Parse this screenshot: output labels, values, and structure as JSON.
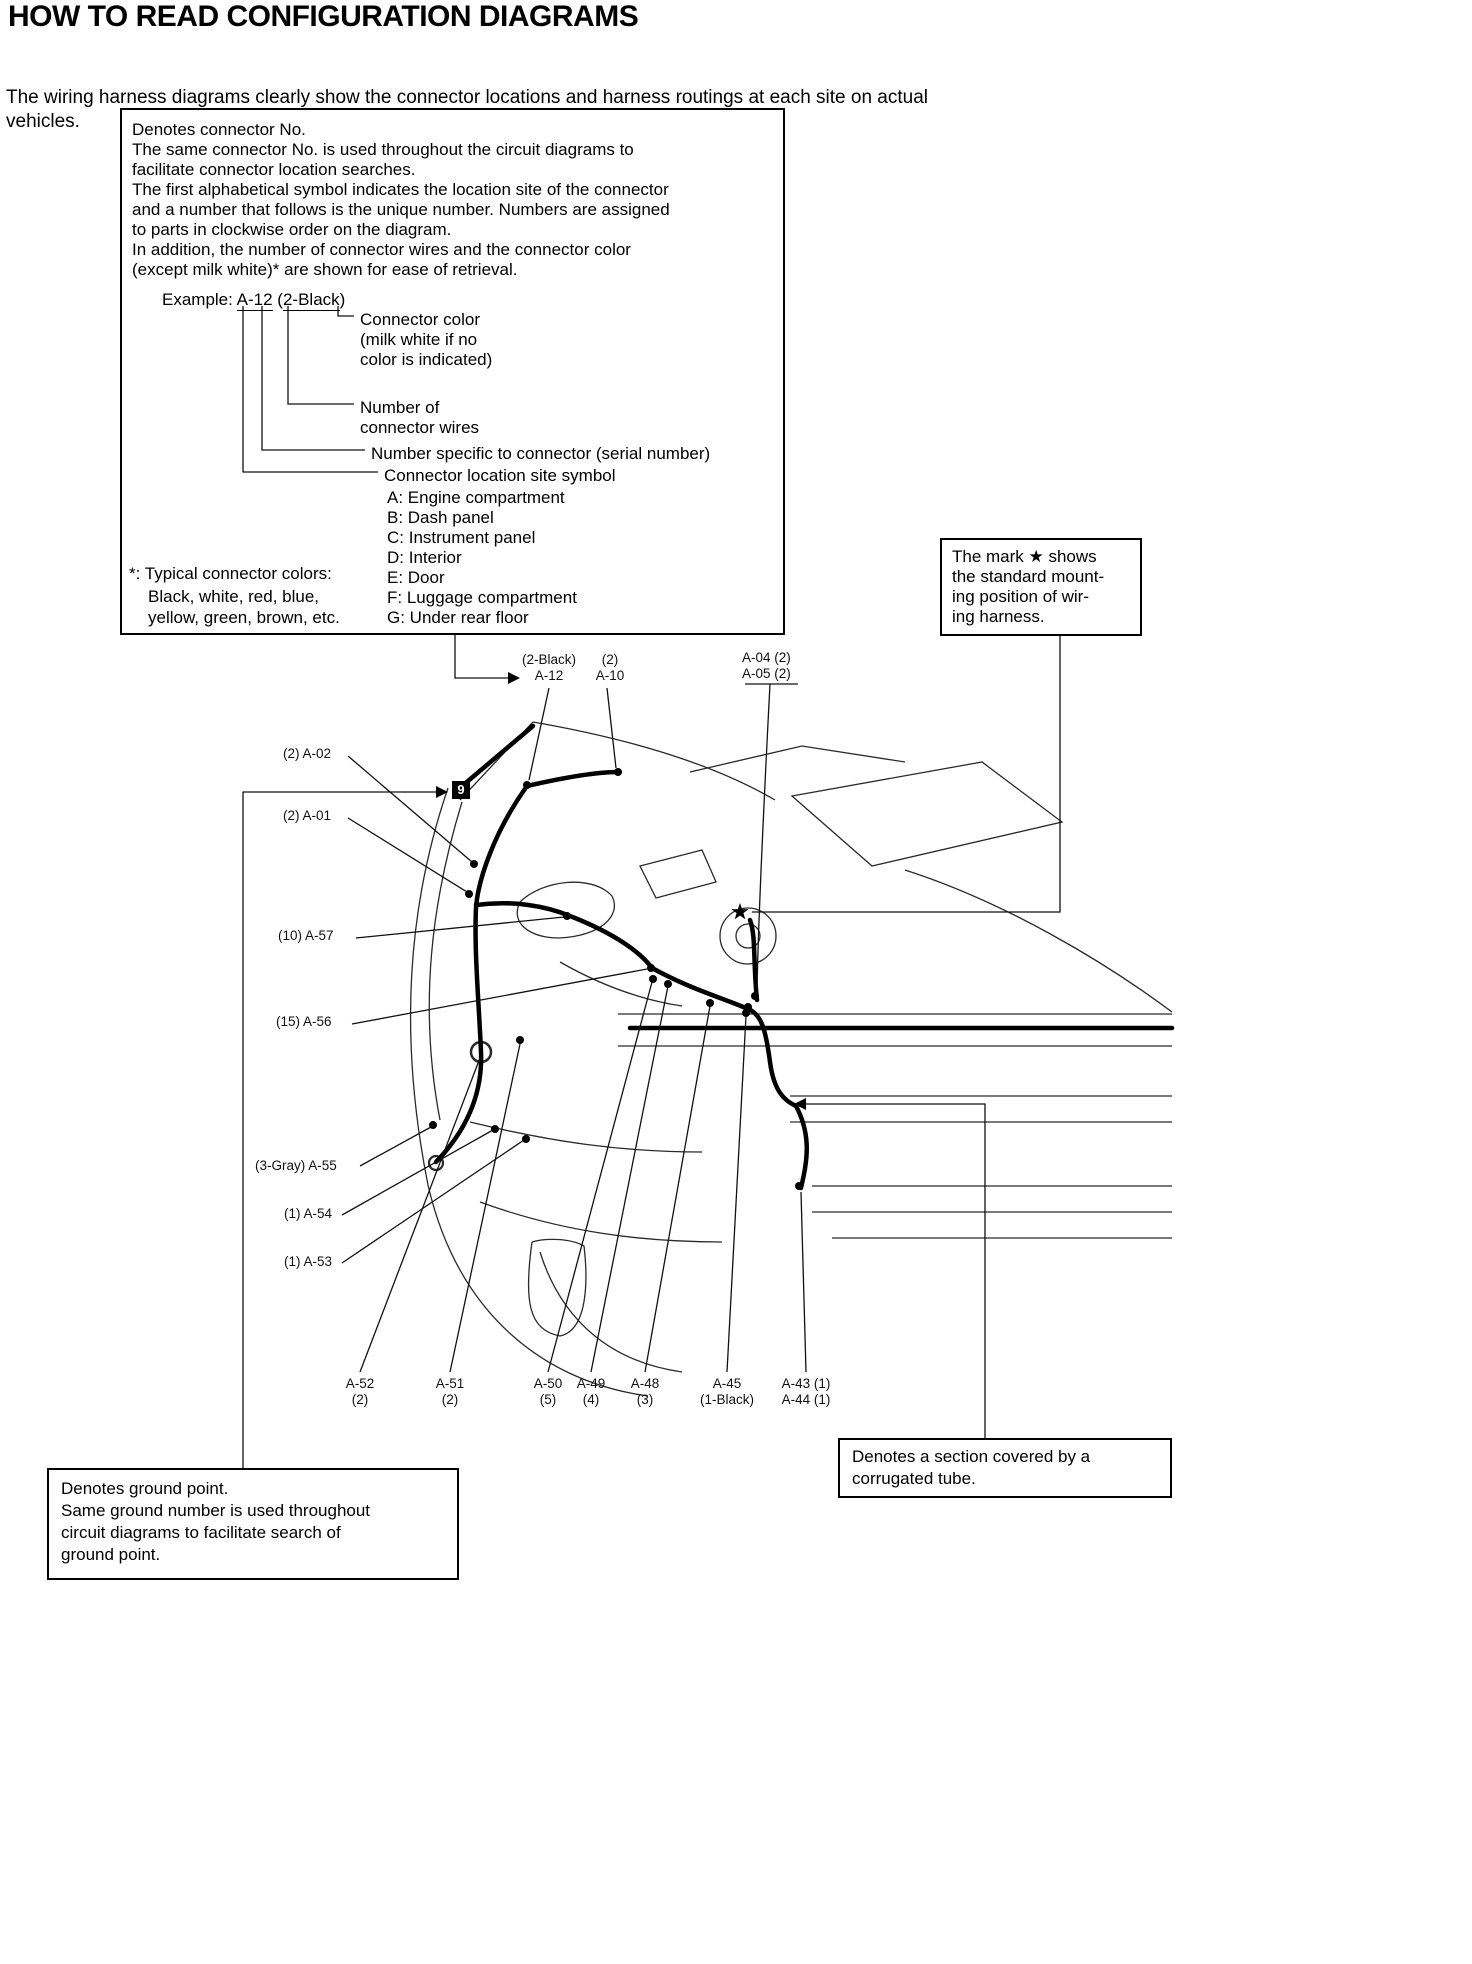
{
  "page": {
    "title": "HOW TO READ CONFIGURATION DIAGRAMS",
    "intro": "The wiring harness diagrams clearly show the connector locations and harness routings at each site on actual\nvehicles."
  },
  "note_box": {
    "body": "Denotes connector No.\nThe same connector No. is used throughout the circuit diagrams to\nfacilitate connector location searches.\nThe first alphabetical symbol indicates the location site of the connector\nand a number that follows is the unique number. Numbers are assigned\nto parts in clockwise order on the diagram.\nIn addition, the number of connector wires and the connector color\n(except milk white)* are shown for ease of retrieval.",
    "example": {
      "prefix": "Example: ",
      "connector": "A-12",
      "open": " (",
      "color": "2-Black",
      "close": ")"
    },
    "callouts": {
      "color": "Connector color\n(milk white if no\ncolor is indicated)",
      "wires": "Number of\nconnector wires",
      "serial": "Number specific to connector (serial number)",
      "site": "Connector location site symbol"
    },
    "site_list": "A: Engine compartment\nB: Dash panel\nC: Instrument panel\nD: Interior\nE: Door\nF: Luggage compartment\nG: Under rear floor",
    "footnote_title": "*: Typical connector colors:",
    "footnote_body": "Black, white, red, blue,\nyellow, green, brown, etc."
  },
  "mark_box": {
    "text": "The mark ★ shows\nthe standard mount-\ning position of wir-\ning harness."
  },
  "ground_box": {
    "text": "Denotes ground point.\nSame ground number is used throughout\ncircuit diagrams to facilitate search of\nground point."
  },
  "tube_box": {
    "text": "Denotes a section covered by a\ncorrugated tube."
  },
  "diagram": {
    "ground_symbol": "9",
    "labels": {
      "a12": "(2-Black)\nA-12",
      "a10": "(2)\nA-10",
      "a04": "A-04 (2)\nA-05 (2)",
      "a02": "(2) A-02",
      "a01": "(2) A-01",
      "a57": "(10) A-57",
      "a56": "(15) A-56",
      "a55": "(3-Gray) A-55",
      "a54": "(1) A-54",
      "a53": "(1) A-53",
      "a52": "A-52\n(2)",
      "a51": "A-51\n(2)",
      "a50": "A-50\n(5)",
      "a49": "A-49\n(4)",
      "a48": "A-48\n(3)",
      "a45": "A-45\n(1-Black)",
      "a43": "A-43 (1)\nA-44 (1)"
    }
  }
}
